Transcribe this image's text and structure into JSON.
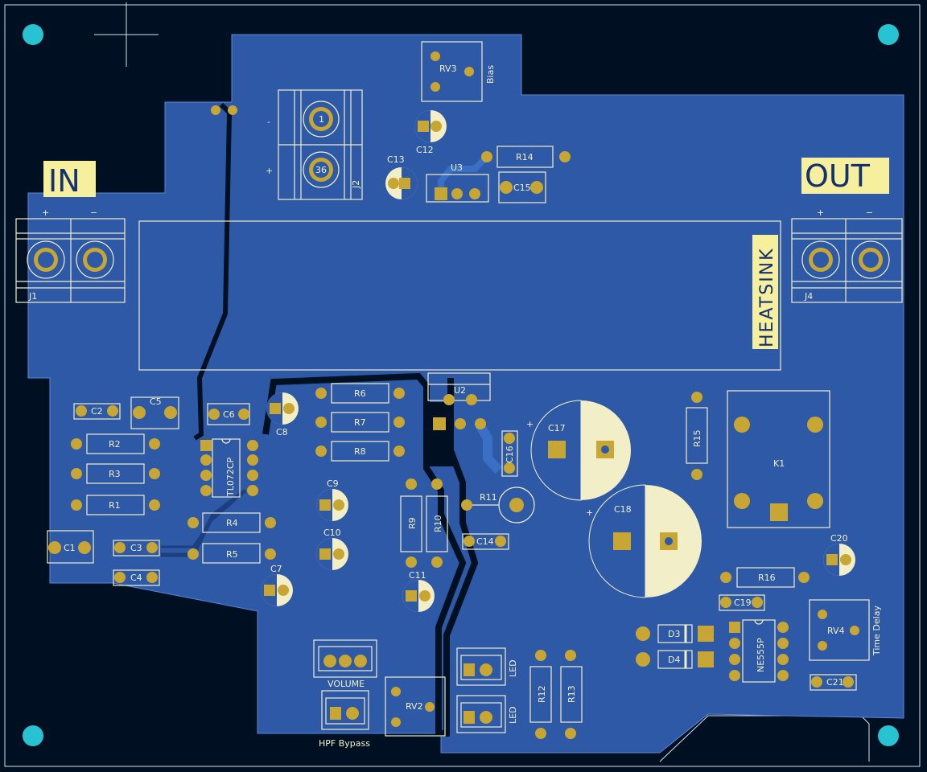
{
  "colors": {
    "background": "#001023",
    "copper_fill": "#2d59a6",
    "silkscreen": "#f2efc8",
    "pad_gold": "#c8a634",
    "trace": "#3a6fc6",
    "mounting_hole": "#27c3d2",
    "note_label_bg": "#f5ef9e",
    "note_label_text": "#14306e"
  },
  "notes": {
    "in": "IN",
    "out": "OUT",
    "heatsink": "HEATSINK"
  },
  "polarity": {
    "plus": "+",
    "minus": "−",
    "minus_short": "-"
  },
  "connectors": {
    "j1": "J1",
    "j2": "J2",
    "j4": "J4",
    "j2_pin1": "1",
    "j2_pin2": "36"
  },
  "labels": {
    "rv3": "RV3",
    "bias": "Bias",
    "c12": "C12",
    "c13": "C13",
    "u3": "U3",
    "r14": "R14",
    "c15": "C15",
    "c2": "C2",
    "c5": "C5",
    "c6": "C6",
    "c8": "C8",
    "r2": "R2",
    "r3": "R3",
    "r1": "R1",
    "c1": "C1",
    "c3": "C3",
    "c4": "C4",
    "r4": "R4",
    "r5": "R5",
    "c7": "C7",
    "tl072": "TL072CP",
    "r6": "R6",
    "r7": "R7",
    "r8": "R8",
    "c9": "C9",
    "c10": "C10",
    "c11": "C11",
    "r9": "R9",
    "r10": "R10",
    "r11": "R11",
    "c14": "C14",
    "u2": "U2",
    "c16": "C16",
    "c17": "C17",
    "c18": "C18",
    "r15": "R15",
    "k1": "K1",
    "c20": "C20",
    "r16": "R16",
    "c19": "C19",
    "d3": "D3",
    "d4": "D4",
    "ne555": "NE555P",
    "rv4": "RV4",
    "time_delay": "Time Delay",
    "c21": "C21",
    "volume": "VOLUME",
    "hpf_bypass": "HPF Bypass",
    "rv2": "RV2",
    "led1": "LED",
    "led2": "LED",
    "r12": "R12",
    "r13": "R13"
  }
}
